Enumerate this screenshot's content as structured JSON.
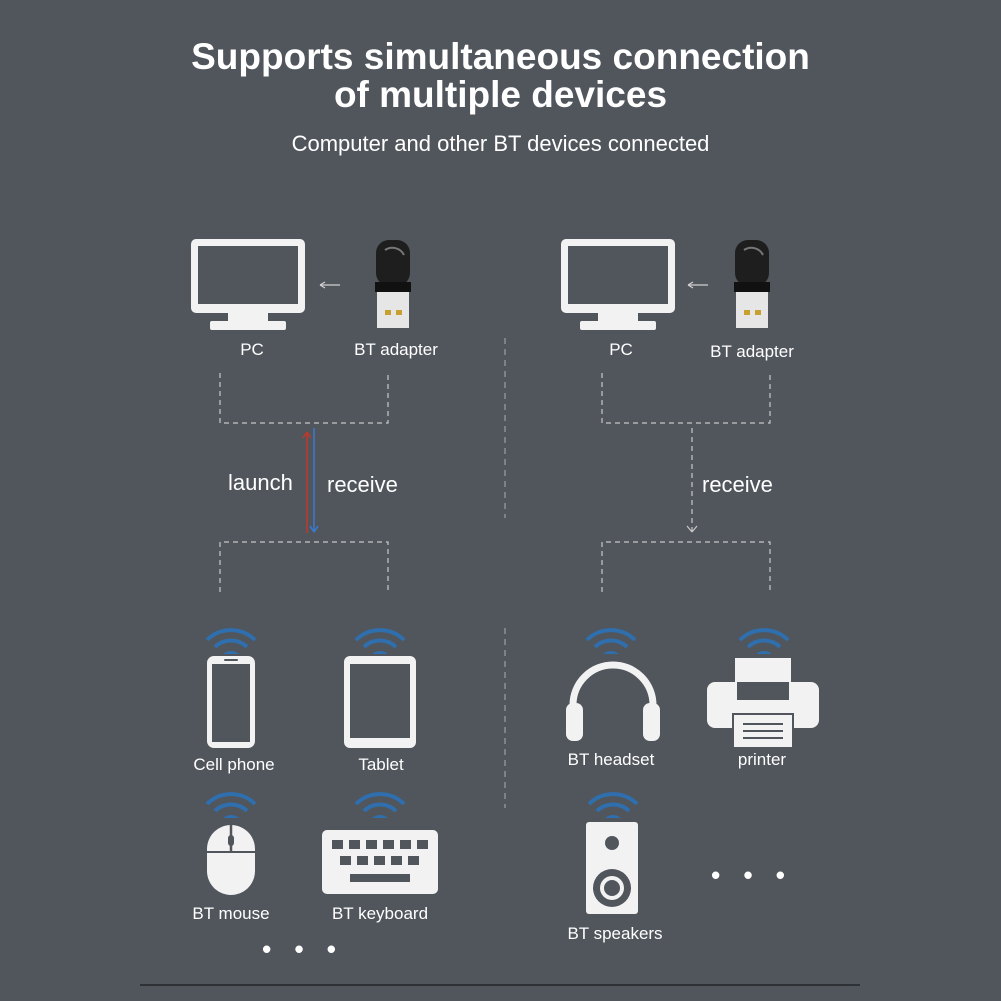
{
  "heading": {
    "line1": "Supports simultaneous connection",
    "line2": "of multiple devices",
    "subtitle": "Computer and other BT devices connected"
  },
  "left": {
    "pc_label": "PC",
    "adapter_label": "BT adapter",
    "launch_label": "launch",
    "receive_label": "receive",
    "devices": [
      "Cell phone",
      "Tablet",
      "BT mouse",
      "BT keyboard"
    ],
    "more": "• • •"
  },
  "right": {
    "pc_label": "PC",
    "adapter_label": "BT adapter",
    "receive_label": "receive",
    "devices": [
      "BT headset",
      "printer",
      "BT speakers"
    ],
    "more": "• • •"
  },
  "colors": {
    "background": "#51555c",
    "icon": "#f2f2f2",
    "wifi_blue": "#2f6fae",
    "launch_arrow": "#c0392b",
    "receive_arrow": "#3a7bd5"
  }
}
